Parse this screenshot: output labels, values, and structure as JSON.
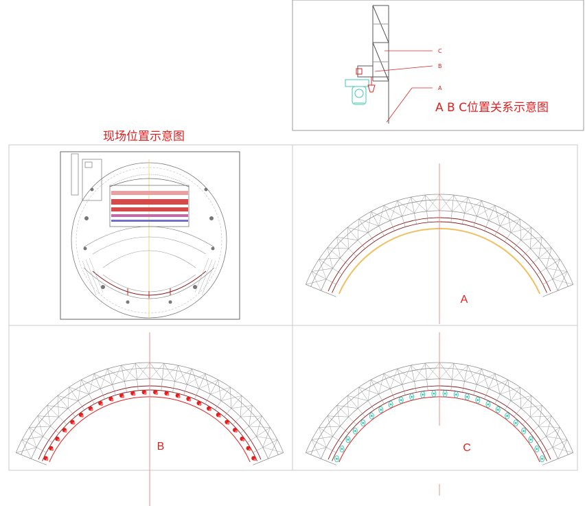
{
  "side_view": {
    "title": "A B C位置关系示意图",
    "labels": [
      "C",
      "B",
      "A"
    ]
  },
  "site_plan": {
    "title": "现场位置示意图"
  },
  "panels": [
    {
      "id": "A",
      "label": "A"
    },
    {
      "id": "B",
      "label": "B"
    },
    {
      "id": "C",
      "label": "C"
    }
  ],
  "colors": {
    "accent_red": "#e02020",
    "truss_gray": "#8a8a8a",
    "arc_dark_red": "#8b1a1a",
    "arc_yellow": "#f0c060",
    "fixture_cyan": "#3cc8b0",
    "panel_border": "#c8c8c8"
  },
  "icons": [
    "moving-head-light-icon",
    "spot-fixture-icon",
    "truss-arc-icon"
  ]
}
